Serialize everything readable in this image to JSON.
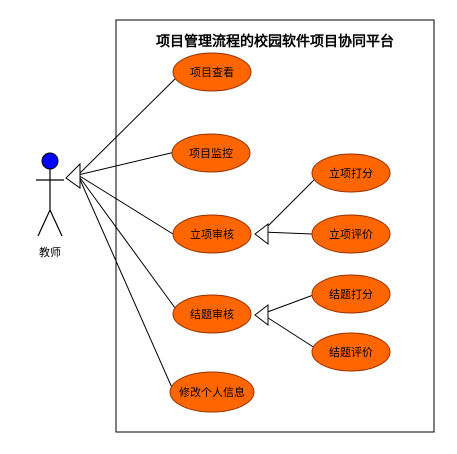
{
  "diagram": {
    "title": "项目管理流程的校园软件项目协同平台",
    "actor": {
      "name": "教师",
      "head_color": "#0000ff"
    },
    "usecase_fill": "#ff6600",
    "usecases": {
      "view": "项目查看",
      "monitor": "项目监控",
      "approve": "立项审核",
      "approve_score": "立项打分",
      "approve_eval": "立项评价",
      "close": "结题审核",
      "close_score": "结题打分",
      "close_eval": "结题评价",
      "profile": "修改个人信息"
    }
  }
}
